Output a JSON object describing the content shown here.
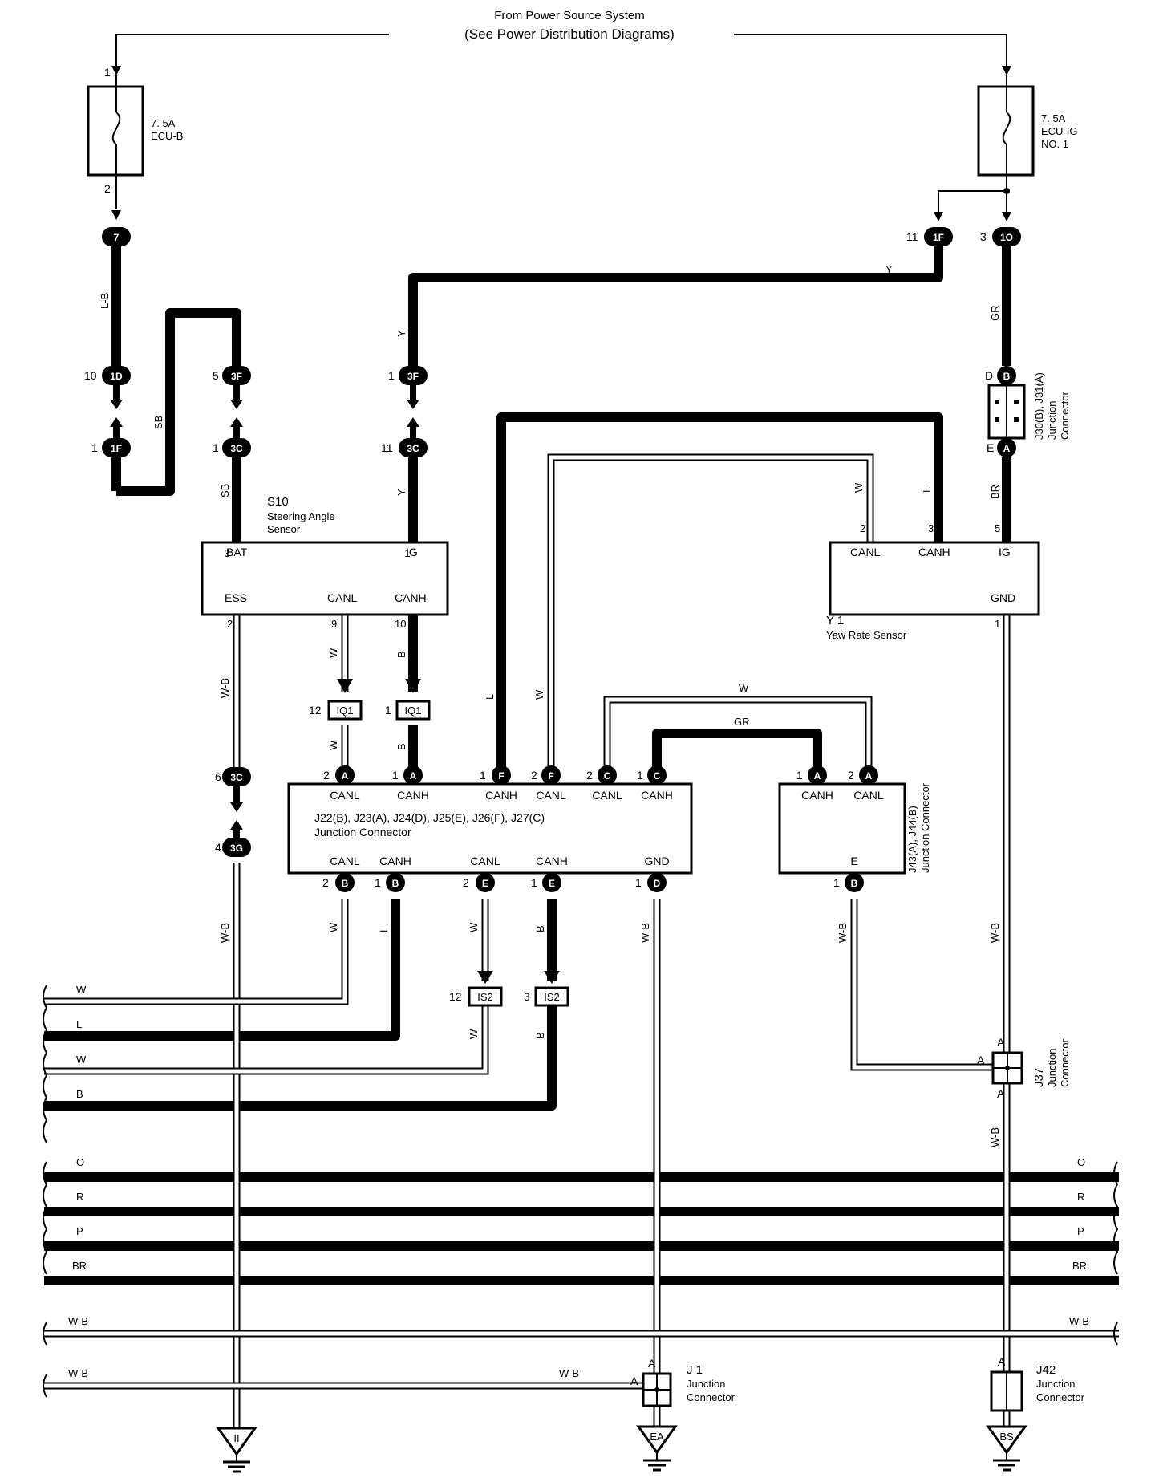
{
  "header": {
    "line1": "From Power Source System",
    "line2": "(See Power Distribution Diagrams)"
  },
  "fuses": {
    "ecu_b": {
      "rating": "7. 5A",
      "name": "ECU-B",
      "pin_in": "1",
      "pin_out": "2"
    },
    "ecu_ig": {
      "rating": "7. 5A",
      "name": "ECU-IG",
      "name2": "NO. 1"
    }
  },
  "connectors": {
    "c7": "7",
    "c1D": "1D",
    "c1F_left": "1F",
    "c3F_a": "3F",
    "c3C_a": "3C",
    "c3F_b": "3F",
    "c3C_b": "3C",
    "c1F_right": "1F",
    "c1O": "1O",
    "c3C_c": "3C",
    "c3G": "3G",
    "IQ1": "IQ1",
    "IS2": "IS2"
  },
  "pins": {
    "p10": "10",
    "p1a": "1",
    "p5": "5",
    "p1b": "1",
    "p1c": "1",
    "p11a": "11",
    "p11b": "11",
    "p3": "3",
    "p6": "6",
    "p4": "4",
    "p12a": "12",
    "p1d": "1",
    "p12b": "12",
    "p3b": "3"
  },
  "wires": {
    "LB": "L-B",
    "SB": "SB",
    "Y": "Y",
    "GR": "GR",
    "W": "W",
    "L": "L",
    "B": "B",
    "BR": "BR",
    "WB": "W-B",
    "O": "O",
    "R": "R",
    "P": "P"
  },
  "s10": {
    "code": "S10",
    "name1": "Steering Angle",
    "name2": "Sensor",
    "BAT": "BAT",
    "IG": "IG",
    "ESS": "ESS",
    "CANL": "CANL",
    "CANH": "CANH",
    "pin_bat": "3",
    "pin_ig": "1",
    "pin_ess": "2",
    "pin_canl": "9",
    "pin_canh": "10"
  },
  "y1": {
    "code": "Y 1",
    "name": "Yaw Rate Sensor",
    "CANL": "CANL",
    "CANH": "CANH",
    "IG": "IG",
    "GND": "GND",
    "pin_canl": "2",
    "pin_canh": "3",
    "pin_ig": "5",
    "pin_gnd": "1"
  },
  "j30": {
    "label1": "J30(B), J31(A)",
    "label2": "Junction",
    "label3": "Connector",
    "D": "D",
    "E": "E",
    "B": "B",
    "A": "A"
  },
  "jc_main": {
    "title": "J22(B), J23(A), J24(D), J25(E), J26(F), J27(C)",
    "subtitle": "Junction Connector",
    "top": [
      "CANL",
      "CANH",
      "CANH",
      "CANL",
      "CANL",
      "CANH"
    ],
    "top_pins": [
      {
        "n": "2",
        "l": "A"
      },
      {
        "n": "1",
        "l": "A"
      },
      {
        "n": "1",
        "l": "F"
      },
      {
        "n": "2",
        "l": "F"
      },
      {
        "n": "2",
        "l": "C"
      },
      {
        "n": "1",
        "l": "C"
      }
    ],
    "bottom": [
      "CANL",
      "CANH",
      "CANL",
      "CANH",
      "GND"
    ],
    "bottom_pins": [
      {
        "n": "2",
        "l": "B"
      },
      {
        "n": "1",
        "l": "B"
      },
      {
        "n": "2",
        "l": "E"
      },
      {
        "n": "1",
        "l": "E"
      },
      {
        "n": "1",
        "l": "D"
      }
    ]
  },
  "j43": {
    "label1": "J43(A), J44(B)",
    "label2": "Junction Connector",
    "CANH": "CANH",
    "CANL": "CANL",
    "E": "E",
    "p1": "1",
    "pA1": "A",
    "p2": "2",
    "pA2": "A",
    "pb": "1",
    "pB": "B"
  },
  "j37": {
    "code": "J37",
    "label1": "Junction",
    "label2": "Connector",
    "A1": "A",
    "A2": "A",
    "A3": "A"
  },
  "j1": {
    "code": "J 1",
    "label1": "Junction",
    "label2": "Connector",
    "A1": "A",
    "A2": "A"
  },
  "j42": {
    "code": "J42",
    "label1": "Junction",
    "label2": "Connector",
    "A1": "A"
  },
  "grounds": {
    "g1": "II",
    "g2": "EA",
    "g3": "BS"
  }
}
